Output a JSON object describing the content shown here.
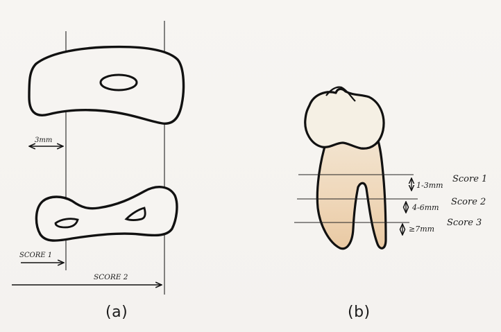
{
  "figure_a": {
    "label_3mm": "3mm",
    "label_score1": "SCORE 1",
    "label_score2": "SCORE 2",
    "caption": "(a)"
  },
  "figure_b": {
    "ranges": [
      {
        "range": "1-3mm",
        "score": "Score 1"
      },
      {
        "range": "4-6mm",
        "score": "Score 2"
      },
      {
        "range": "≥7mm",
        "score": "Score 3"
      }
    ],
    "caption": "(b)"
  },
  "colors": {
    "ink": "#111111",
    "paper": "#f5f3f0",
    "crown_fill": "#f4efe3",
    "root_fill": "#efd9bf"
  }
}
